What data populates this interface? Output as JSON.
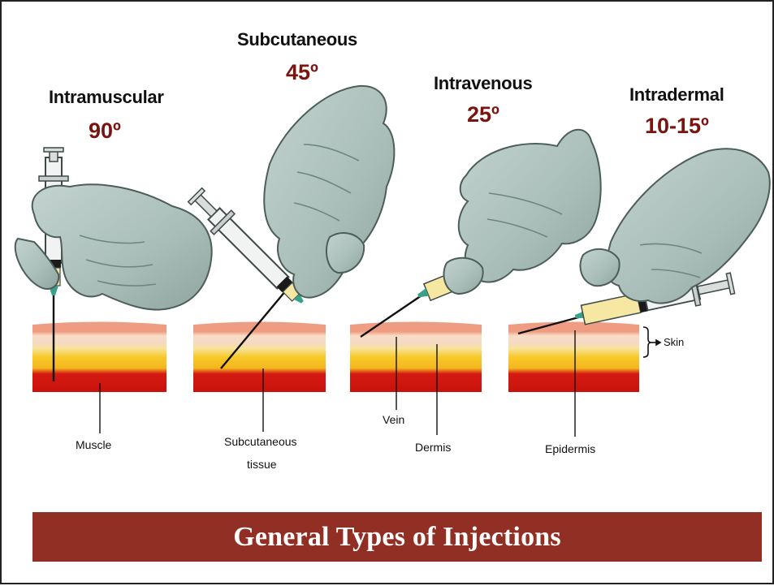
{
  "injections": [
    {
      "name": "Intramuscular",
      "angle": "90º"
    },
    {
      "name": "Subcutaneous",
      "angle": "45º"
    },
    {
      "name": "Intravenous",
      "angle": "25º"
    },
    {
      "name": "Intradermal",
      "angle": "10-15º"
    }
  ],
  "labels": {
    "muscle": "Muscle",
    "subcutaneous_1": "Subcutaneous",
    "subcutaneous_2": "tissue",
    "vein": "Vein",
    "dermis": "Dermis",
    "epidermis": "Epidermis",
    "skin": "Skin"
  },
  "banner": {
    "title": "General Types of Injections"
  },
  "colors": {
    "glove": "#a9bdb8",
    "glove_shade": "#7f9691",
    "skin_top": "#ee9d82",
    "skin_pale": "#f8ddc6",
    "fat": "#f7c92a",
    "muscle": "#d51a12",
    "angle_text": "#7a1410",
    "banner": "#912f24"
  }
}
